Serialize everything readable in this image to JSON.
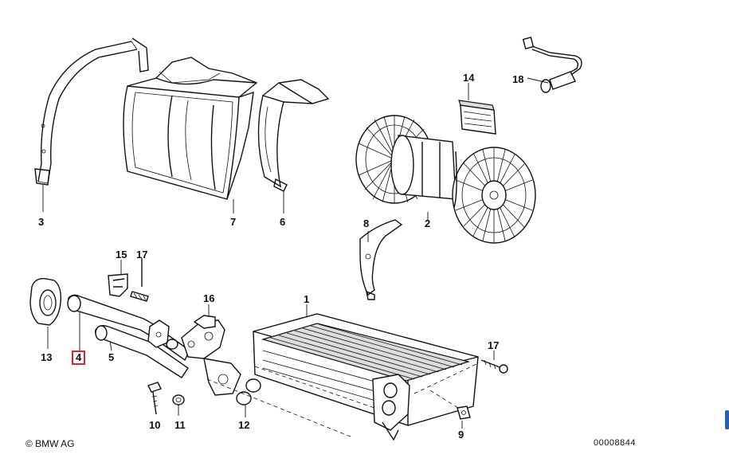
{
  "diagram": {
    "parts": [
      {
        "id": "label-3",
        "text": "3",
        "name": "bracket-strap"
      },
      {
        "id": "label-7",
        "text": "7",
        "name": "blower-housing-half"
      },
      {
        "id": "label-6",
        "text": "6",
        "name": "blower-housing-cover"
      },
      {
        "id": "label-14",
        "text": "14",
        "name": "resistor"
      },
      {
        "id": "label-18",
        "text": "18",
        "name": "temperature-sensor"
      },
      {
        "id": "label-8",
        "text": "8",
        "name": "motor-clamp"
      },
      {
        "id": "label-2",
        "text": "2",
        "name": "blower-motor"
      },
      {
        "id": "label-15",
        "text": "15",
        "name": "clip"
      },
      {
        "id": "label-17a",
        "text": "17",
        "name": "screw"
      },
      {
        "id": "label-16",
        "text": "16",
        "name": "water-valve"
      },
      {
        "id": "label-1",
        "text": "1",
        "name": "heater-core"
      },
      {
        "id": "label-13",
        "text": "13",
        "name": "grommet"
      },
      {
        "id": "label-4",
        "text": "4",
        "name": "heater-pipe-4"
      },
      {
        "id": "label-5",
        "text": "5",
        "name": "heater-pipe-5"
      },
      {
        "id": "label-17b",
        "text": "17",
        "name": "screw"
      },
      {
        "id": "label-10",
        "text": "10",
        "name": "bolt"
      },
      {
        "id": "label-11",
        "text": "11",
        "name": "washer"
      },
      {
        "id": "label-12",
        "text": "12",
        "name": "o-ring"
      },
      {
        "id": "label-9",
        "text": "9",
        "name": "clip-nut"
      }
    ],
    "highlighted_label": "4",
    "highlight_color": "#d9262c",
    "copyright": "© BMW AG",
    "diagram_id": "00008844"
  }
}
